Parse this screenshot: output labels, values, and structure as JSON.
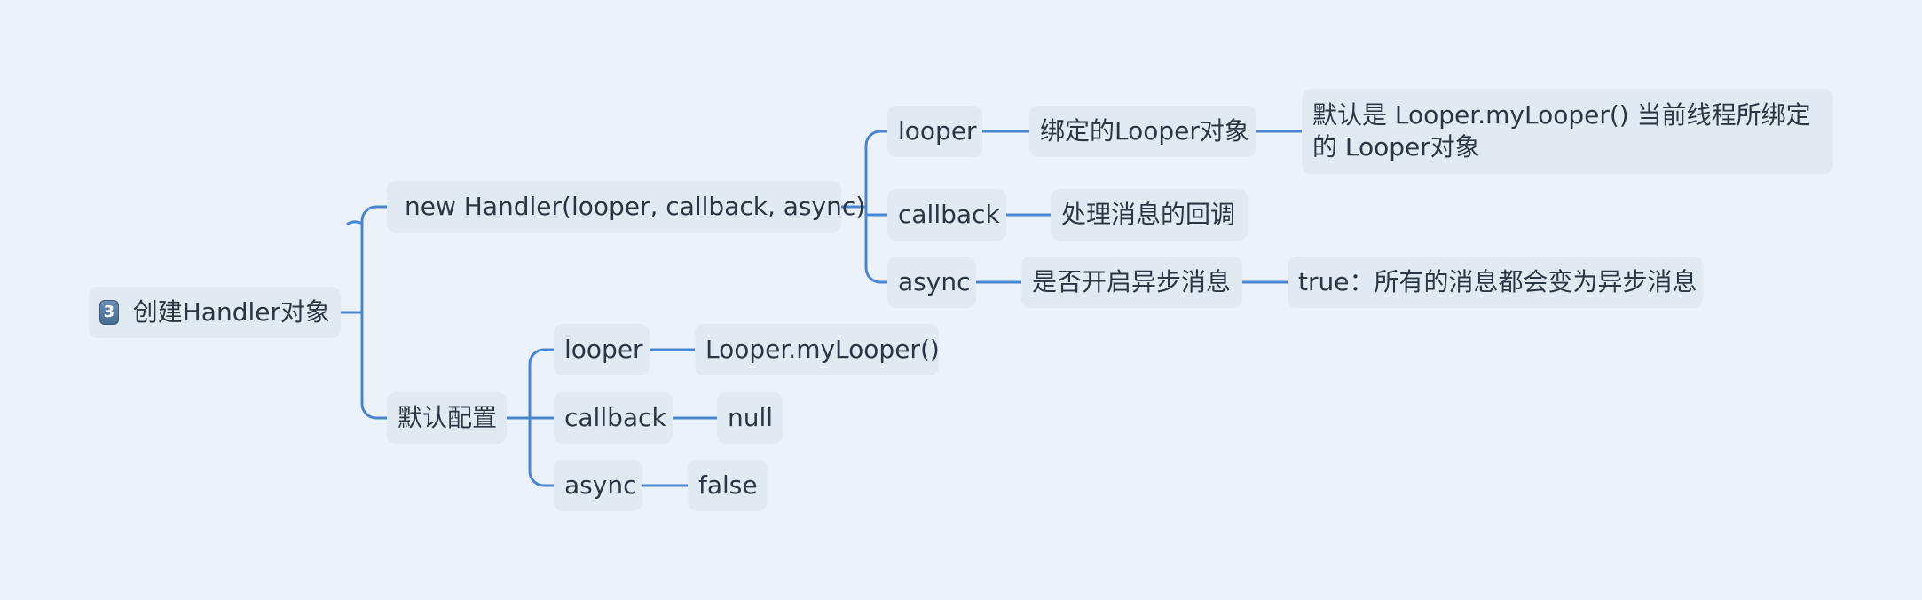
{
  "root": {
    "badge": "3",
    "label": "创建Handler对象"
  },
  "branch_constructor": {
    "label": "new Handler(looper, callback, async)",
    "children": [
      {
        "param": "looper",
        "desc": "绑定的Looper对象",
        "detail": "默认是 Looper.myLooper() 当前线程所绑定的 Looper对象"
      },
      {
        "param": "callback",
        "desc": "处理消息的回调"
      },
      {
        "param": "async",
        "desc": "是否开启异步消息",
        "detail": "true：所有的消息都会变为异步消息"
      }
    ]
  },
  "branch_defaults": {
    "label": "默认配置",
    "children": [
      {
        "param": "looper",
        "value": "Looper.myLooper()"
      },
      {
        "param": "callback",
        "value": "null"
      },
      {
        "param": "async",
        "value": "false"
      }
    ]
  },
  "colors": {
    "background": "#ebf2fa",
    "node": "#e1e9f2",
    "line": "#4a86d0",
    "text": "#2a3644"
  }
}
